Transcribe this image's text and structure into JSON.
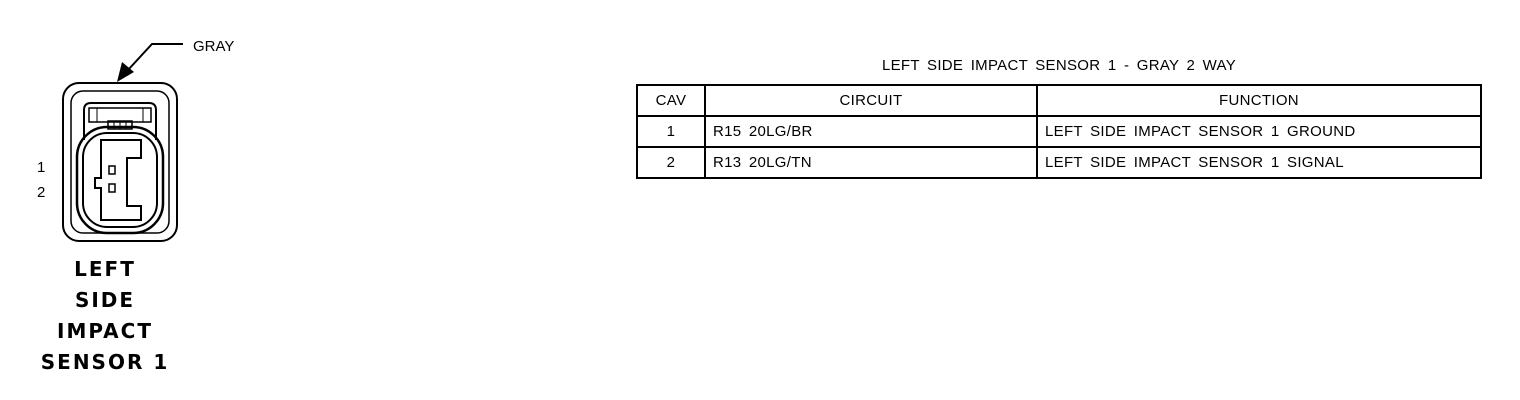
{
  "connector": {
    "color_label": "GRAY",
    "name": "LEFT\nSIDE\nIMPACT\nSENSOR 1",
    "pins": [
      "1",
      "2"
    ]
  },
  "pinout_table": {
    "title": "LEFT SIDE IMPACT SENSOR 1 - GRAY 2 WAY",
    "headers": {
      "cav": "CAV",
      "circuit": "CIRCUIT",
      "function": "FUNCTION"
    },
    "rows": [
      {
        "cav": "1",
        "circuit": "R15 20LG/BR",
        "function": "LEFT SIDE IMPACT SENSOR 1 GROUND"
      },
      {
        "cav": "2",
        "circuit": "R13 20LG/TN",
        "function": "LEFT SIDE IMPACT SENSOR 1 SIGNAL"
      }
    ]
  }
}
